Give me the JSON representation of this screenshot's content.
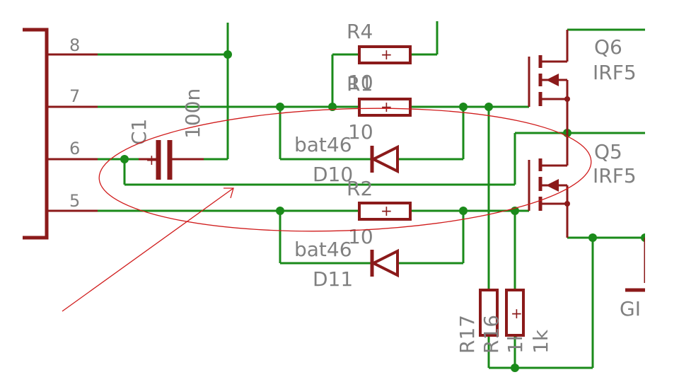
{
  "connector": {
    "pins": [
      "8",
      "7",
      "6",
      "5"
    ]
  },
  "capacitor": {
    "name": "C1",
    "value": "100n"
  },
  "resistors": [
    {
      "name": "R4",
      "value": "10"
    },
    {
      "name": "R1",
      "value": "10"
    },
    {
      "name": "R2",
      "value": "10"
    },
    {
      "name": "R17",
      "value": "1k"
    },
    {
      "name": "R16",
      "value": "1k"
    }
  ],
  "diodes": [
    {
      "name": "D10",
      "value": "bat46"
    },
    {
      "name": "D11",
      "value": "bat46"
    }
  ],
  "transistors": [
    {
      "name": "Q6",
      "value": "IRF5"
    },
    {
      "name": "Q5",
      "value": "IRF5"
    }
  ],
  "ground": {
    "label": "GI"
  },
  "symbols": {
    "plus": "+"
  },
  "colors": {
    "wire": "#1a8a1a",
    "component": "#8b1a1a",
    "label": "#808080",
    "annotation": "#d01c1c"
  }
}
